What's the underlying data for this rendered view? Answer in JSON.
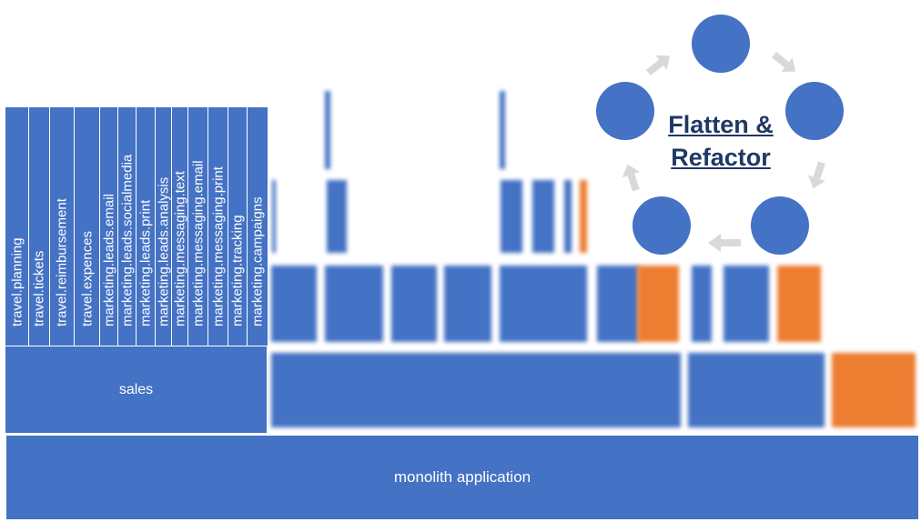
{
  "base": {
    "label": "monolith application"
  },
  "sales": {
    "label": "sales"
  },
  "services": [
    "travel.planning",
    "travel.tickets",
    "travel.reimbursement",
    "travel.expences",
    "marketing.leads.email",
    "marketing.leads.socialmedia",
    "marketing.leads.print",
    "marketing.leads.analysis",
    "marketing.messaging.text",
    "marketing.messaging.email",
    "marketing.messaging.print",
    "marketing.tracking",
    "marketing.campaigns"
  ],
  "cycle": {
    "label_line1": "Flatten &",
    "label_line2": "Refactor"
  },
  "colors": {
    "blue": "#4472c4",
    "orange": "#ed7d31",
    "arrow": "#d9d9d9",
    "label": "#1f3864"
  }
}
